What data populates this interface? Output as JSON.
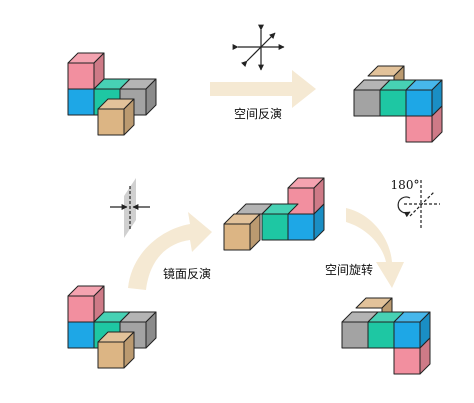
{
  "labels": {
    "spatial_inversion_top": "空间反演",
    "mirror_inversion": "镜面反演",
    "spatial_rotation": "空间旋转",
    "rotation_angle": "180°"
  },
  "colors": {
    "pink": "#f28f9f",
    "blue": "#1ea7e6",
    "green": "#1ec7a3",
    "gray": "#a3a3a3",
    "tan": "#dcb584",
    "arrow": "#f5e9d3",
    "plane": "#c8c8c8"
  }
}
